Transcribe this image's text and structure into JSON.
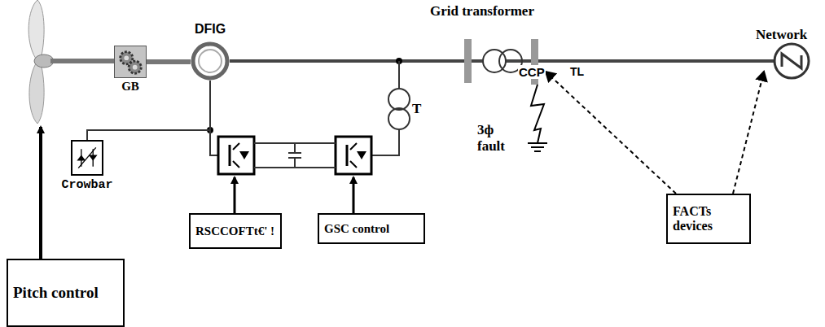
{
  "diagram": {
    "nodes": [
      {
        "text": [
          "GB"
        ]
      },
      {
        "text": [
          "DFIG"
        ]
      },
      {
        "text": [
          "Crowbar"
        ]
      },
      {
        "text": [
          "RSCCOFTt€' !"
        ]
      },
      {
        "text": [
          "GSC control"
        ]
      },
      {
        "text": [
          "Pitch control"
        ]
      },
      {
        "text": [
          "FACTs devices"
        ]
      }
    ],
    "edges": [
      {
        "from": 0,
        "to": 1,
        "arrow": "none"
      },
      {
        "from": 1,
        "to": 2,
        "arrow": "none"
      }
    ],
    "labels": [
      "Grid transformer",
      "Network",
      "T",
      "CCP",
      "TL",
      "3ф fault"
    ]
  }
}
